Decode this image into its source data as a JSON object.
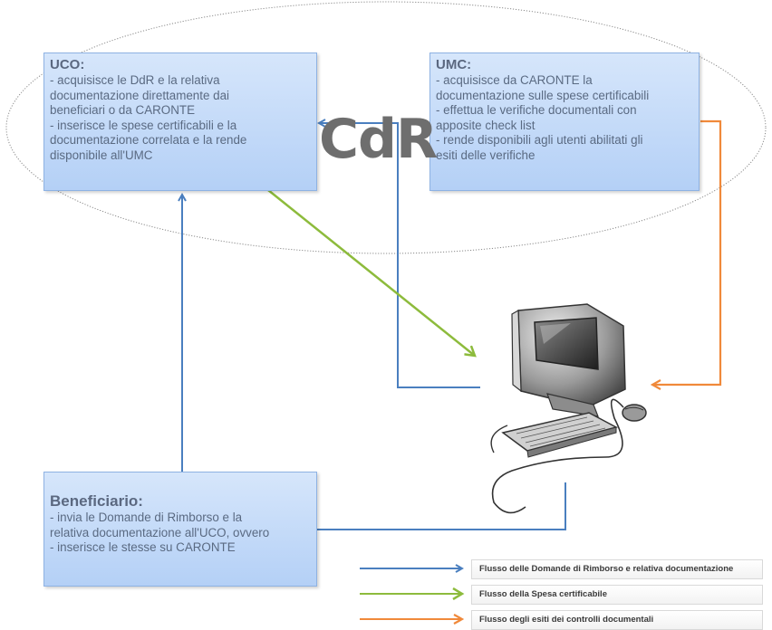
{
  "center_label": "CdR",
  "uco": {
    "title": "UCO:",
    "lines": [
      "- acquisisce le DdR e la relativa",
      "documentazione direttamente dai",
      "beneficiari o da CARONTE",
      "- inserisce le spese certificabili e la",
      "documentazione correlata e la rende",
      "disponibile all'UMC"
    ]
  },
  "umc": {
    "title": "UMC:",
    "lines": [
      "- acquisisce da CARONTE la",
      "documentazione sulle spese certificabili",
      "- effettua le verifiche documentali con",
      "apposite check list",
      "- rende disponibili agli utenti abilitati gli",
      "esiti delle verifiche"
    ]
  },
  "beneficiario": {
    "title": "Beneficiario:",
    "lines": [
      "- invia le Domande di Rimborso e la",
      "relativa documentazione all'UCO, ovvero",
      "- inserisce le stesse su CARONTE"
    ]
  },
  "legend": [
    {
      "label": "Flusso  delle Domande di Rimborso e relativa documentazione",
      "color": "#4a7fbf"
    },
    {
      "label": "Flusso  della Spesa certificabile",
      "color": "#8dbb3c"
    },
    {
      "label": "Flusso  degli esiti dei controlli documentali",
      "color": "#f0893a"
    }
  ],
  "colors": {
    "blue_flow": "#4a7fbf",
    "green_flow": "#8dbb3c",
    "orange_flow": "#f0893a"
  },
  "icons": {
    "computer": "computer-icon"
  }
}
